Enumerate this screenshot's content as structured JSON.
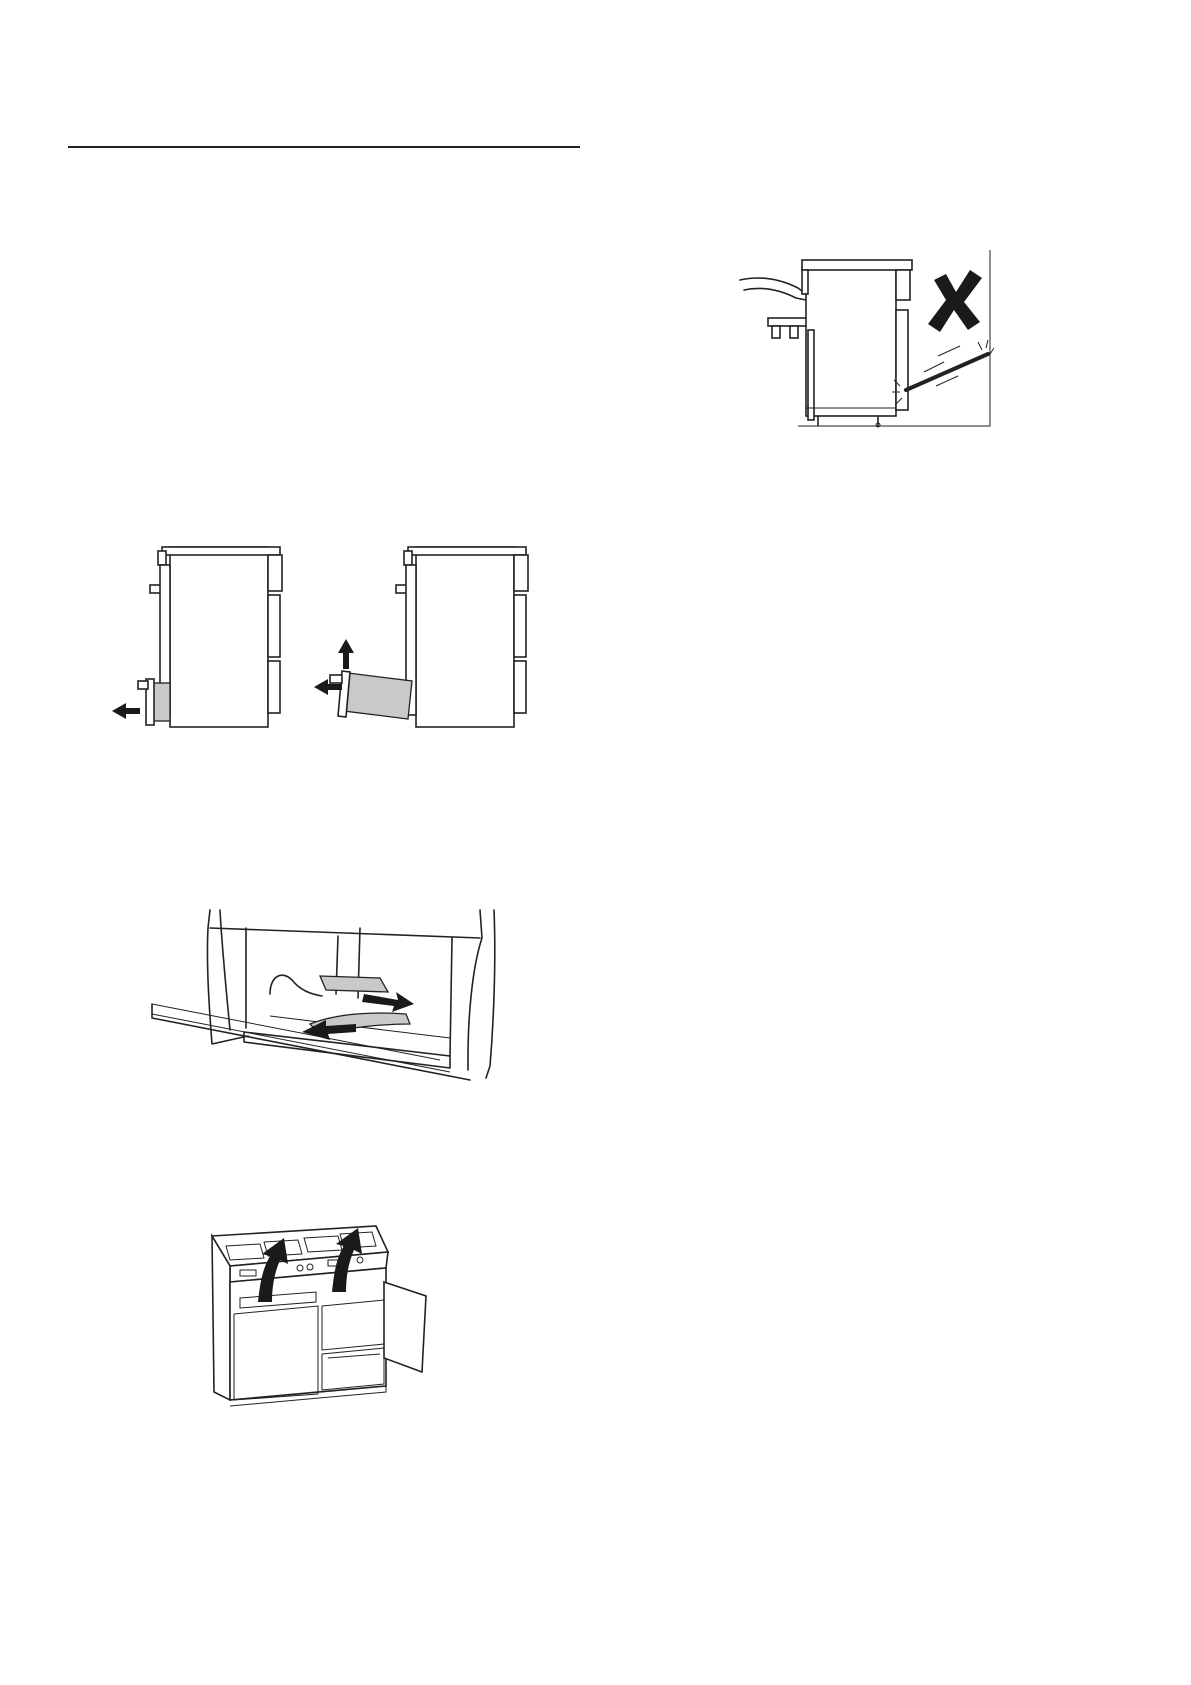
{
  "page": {
    "background": "#ffffff",
    "line_color": "#222222",
    "shade_color": "#c9c9c9"
  },
  "figures": [
    {
      "id": "tilt-warning",
      "icon": "cross-mark-icon"
    },
    {
      "id": "plinth-removal",
      "icon": "arrow-icon"
    },
    {
      "id": "floor-slide",
      "icon": "arrow-icon"
    },
    {
      "id": "range-lift",
      "icon": "arrow-up-icon"
    }
  ]
}
